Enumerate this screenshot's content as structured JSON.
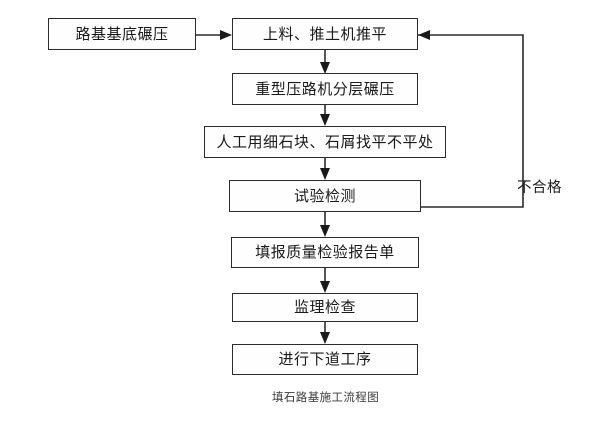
{
  "diagram": {
    "caption": "填石路基施工流程图",
    "edge_labels": {
      "reject": "不合格"
    },
    "colors": {
      "background": "#ffffff",
      "box_border": "#2b2b2b",
      "box_fill": "#fefefe",
      "text": "#1a1a1a",
      "caption_text": "#3a3a3a"
    },
    "nodes": [
      {
        "id": "subgrade-compaction",
        "label": "路基基底碾压"
      },
      {
        "id": "feeding-bulldozer-leveling",
        "label": "上料、推土机推平"
      },
      {
        "id": "heavy-roller-layered-compaction",
        "label": "重型压路机分层碾压"
      },
      {
        "id": "manual-fine-stone-leveling",
        "label": "人工用细石块、石屑找平不平处"
      },
      {
        "id": "test-inspection",
        "label": "试验检测"
      },
      {
        "id": "quality-report-submission",
        "label": "填报质量检验报告单"
      },
      {
        "id": "supervision-inspection",
        "label": "监理检查"
      },
      {
        "id": "next-process",
        "label": "进行下道工序"
      }
    ]
  }
}
